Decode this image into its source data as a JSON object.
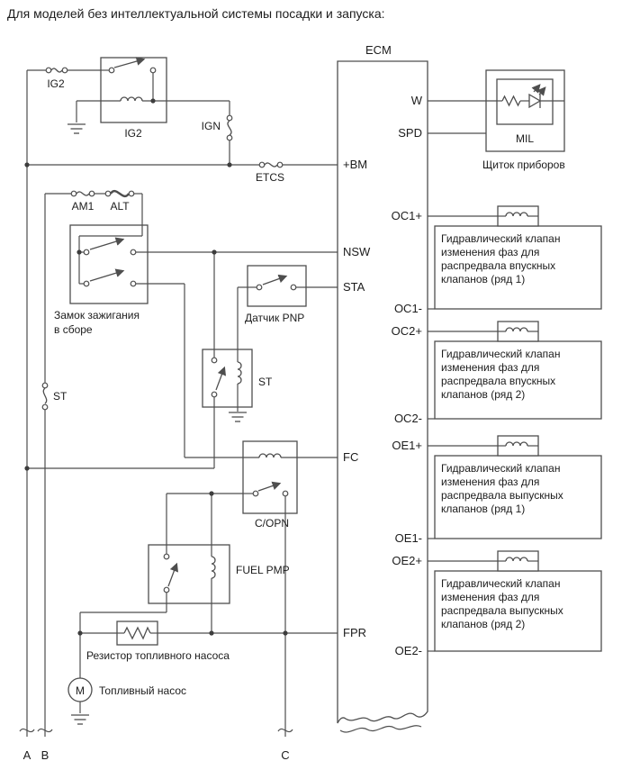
{
  "title": "Для моделей без интеллектуальной системы посадки и запуска:",
  "ecm": {
    "label": "ECM",
    "left_pins": [
      "+BM",
      "NSW",
      "STA",
      "FC",
      "FPR"
    ],
    "right_pins": [
      "W",
      "SPD",
      "OC1+",
      "OC1-",
      "OC2+",
      "OC2-",
      "OE1+",
      "OE1-",
      "OE2+",
      "OE2-"
    ]
  },
  "fuses": {
    "ig2": "IG2",
    "ign": "IGN",
    "etcs": "ETCS",
    "am1": "AM1",
    "alt": "ALT",
    "st": "ST"
  },
  "relays": {
    "ig2": "IG2",
    "copn": "C/OPN",
    "fuel_pump": "FUEL PMP",
    "st": "ST"
  },
  "ignition_switch": {
    "line1": "Замок зажигания",
    "line2": "в сборе"
  },
  "pnp": {
    "label": "Датчик PNP"
  },
  "fuel": {
    "resistor": "Резистор топливного насоса",
    "pump": "Топливный насос",
    "motor_letter": "M"
  },
  "panel": {
    "mil": "MIL",
    "label": "Щиток приборов"
  },
  "valves": [
    {
      "lines": [
        "Гидравлический клапан",
        "изменения фаз для",
        "распредвала впускных",
        "клапанов (ряд 1)"
      ]
    },
    {
      "lines": [
        "Гидравлический клапан",
        "изменения фаз для",
        "распредвала впускных",
        "клапанов (ряд 2)"
      ]
    },
    {
      "lines": [
        "Гидравлический клапан",
        "изменения фаз для",
        "распредвала выпускных",
        "клапанов (ряд 1)"
      ]
    },
    {
      "lines": [
        "Гидравлический клапан",
        "изменения фаз для",
        "распредвала выпускных",
        "клапанов (ряд 2)"
      ]
    }
  ],
  "connectors": {
    "a": "A",
    "b": "B",
    "c": "C"
  },
  "colors": {
    "line": "#4e4e4e",
    "text": "#1c1c1c",
    "background": "#ffffff"
  }
}
